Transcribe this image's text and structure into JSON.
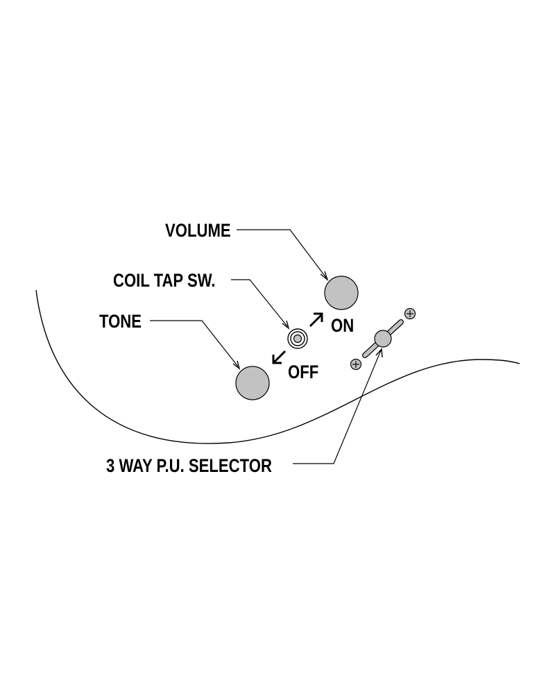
{
  "labels": {
    "volume": "VOLUME",
    "coil_tap": "COIL TAP SW.",
    "tone": "TONE",
    "selector": "3 WAY P.U. SELECTOR",
    "on": "ON",
    "off": "OFF"
  },
  "colors": {
    "knob_fill": "#c2c2c2",
    "line": "#000000",
    "background": "#ffffff"
  },
  "icons": {
    "coil_tap_switch": "mini-toggle-icon",
    "selector_switch": "blade-selector-icon",
    "screws": "phillips-screw-icon"
  }
}
